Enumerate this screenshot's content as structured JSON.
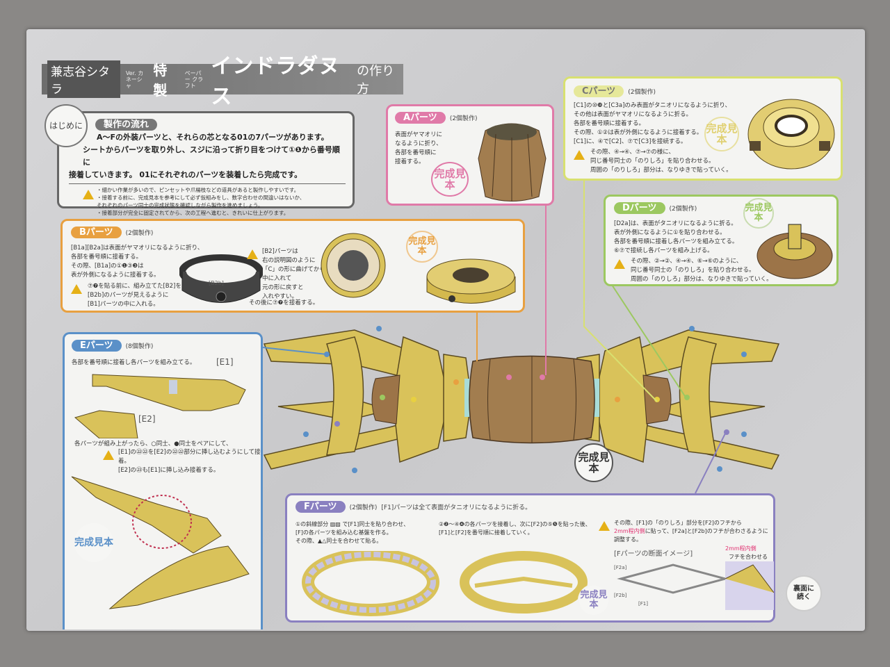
{
  "title": {
    "series": "兼志谷シタラ",
    "ver": "Ver. カネーシャ",
    "special": "特製",
    "papercraft": "ペーパー クラフト",
    "main": "インドラダヌス",
    "suffix": "の作り方"
  },
  "intro": {
    "circle": "はじめに",
    "tag": "製作の流れ",
    "lines": [
      "A～Fの外装パーツと、それらの芯となる01の7パーツがあります。",
      "シートからパーツを取り外し、スジに沿って折り目をつけて①❶から番号順に",
      "接着していきます。 01にそれぞれのパーツを装着したら完成です。"
    ],
    "notes": [
      "・細かい作業が多いので、ピンセットや爪楊枝などの道具があると製作しやすいです。",
      "・接着する前に、完成見本を参考にして必ず仮組みをし、数字合わせの間違いはないか、",
      "それぞれのパーツ同士の完成状態を確認しながら製作を進めましょう。",
      "・接着部分が完全に固定されてから、次の工程へ進むと、きれいに仕上がります。"
    ]
  },
  "a": {
    "tag": "Aパーツ",
    "count": "(2個製作)",
    "lines": [
      "表面がヤマオリに",
      "なるように折り、",
      "各部を番号順に",
      "接着する。"
    ],
    "seal": "完成見本"
  },
  "b": {
    "tag": "Bパーツ",
    "count": "(2個製作)",
    "lines": [
      "[B1a][B2a]は表面がヤマオリになるように折り、",
      "各部を番号順に接着する。",
      "その際、[B1a]の①❶③❸は",
      "表が外側になるように接着する。"
    ],
    "warn": [
      "⑦❼を貼る前に、組み立てた[B2]を",
      "[B2b]のパーツが見えるように",
      "[B1]パーツの中に入れる。"
    ],
    "label": "[B2b]",
    "warn2": [
      "[B2]パーツは",
      "右の説明図のように",
      "「C」の形に曲げてから",
      "中に入れて",
      "元の形に戻すと",
      "入れやすい。"
    ],
    "after": "その後に⑦❼を接着する。",
    "seal": "完成見本"
  },
  "c": {
    "tag": "Cパーツ",
    "count": "(2個製作)",
    "lines": [
      "[C1]の⑩❿と[C3a]のみ表面がタニオリになるように折り、",
      "その他は表面がヤマオリになるように折る。",
      "各部を番号順に接着する。",
      "その際、①②は表が外側になるように接着する。",
      "[C1]に、④で[C2]、⑦で[C3]を接続する。"
    ],
    "warn": [
      "その際、④→④、⑦→⑦の様に、",
      "同じ番号同士の「のりしろ」を貼り合わせる。",
      "周囲の「のりしろ」部分は、なりゆきで貼っていく。"
    ],
    "seal": "完成見本"
  },
  "d": {
    "tag": "Dパーツ",
    "count": "(2個製作)",
    "lines": [
      "[D2a]は、表面がタニオリになるように折る。",
      "表が外側になるように①を貼り合わせる。",
      "各部を番号順に接着し各パーツを組み立てる。",
      "⑥⑦で接続し各パーツを組み上げる。"
    ],
    "warn": [
      "その際、②→②、④→④、⑥→⑥のように、",
      "同じ番号同士の「のりしろ」を貼り合わせる。",
      "周囲の「のりしろ」部分は、なりゆきで貼っていく。"
    ],
    "seal": "完成見本"
  },
  "e": {
    "tag": "Eパーツ",
    "count": "(8個製作)",
    "line1": "各部を番号順に接着し各パーツを組み立てる。",
    "e1": "[E1]",
    "e2": "[E2]",
    "line2": "各パーツが組み上がったら、○同士、●同士をペアにして、",
    "warn": [
      "[E1]の㉒㉒を[E2]の㉒㉒部分に挿し込むようにして接着。",
      "[E2]の㉓も[E1]に挿し込み接着する。"
    ],
    "seal": "完成見本"
  },
  "f": {
    "tag": "Fパーツ",
    "count": "(2個製作)",
    "note": "[F1]パーツは全て表面がタニオリになるように折る。",
    "col1": [
      "①の斜線部分 ▨▨ で[F1]同士を貼り合わせ、",
      "[F]の各パーツを組み込む基盤を作る。",
      "その際、▲△同士を合わせて貼る。"
    ],
    "col2": [
      "②❷～④❹の各パーツを接着し、次に[F2]の⑤❺を貼った後、",
      "[F1]と[F2]を番号順に接着していく。"
    ],
    "col3a": "その際、[F1]の「のりしろ」部分を[F2]のフチから",
    "col3b": "2mm程内側",
    "col3c": "に貼って、[F2a]と[F2b]のフチが合わさるように",
    "col3d": "調整する。",
    "section": "[Fパーツの断面イメージ]",
    "inner": "2mm程内側",
    "edge": "フチを合わせる",
    "f2a": "[F2a]",
    "f2b": "[F2b]",
    "f1": "[F1]",
    "seal": "完成見本"
  },
  "main_seal": "完成見本",
  "continue": "裏面に続く",
  "colors": {
    "a": "#e07aa8",
    "b": "#e8a040",
    "c": "#d8e070",
    "d": "#9cc860",
    "e": "#5a90c8",
    "f": "#8a80c0",
    "gold": "#d9c25a",
    "brown": "#9c7448"
  }
}
